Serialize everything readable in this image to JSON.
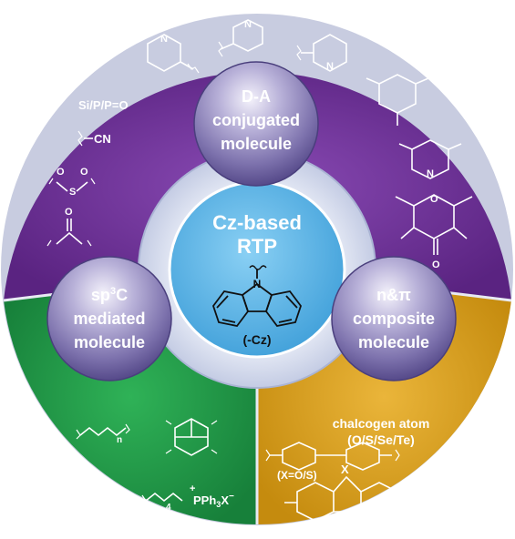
{
  "center": {
    "title_line1": "Cz-based",
    "title_line2": "RTP",
    "n_label": "N",
    "cz_label": "(-Cz)"
  },
  "bubbles": {
    "top": {
      "line1": "D-A",
      "line2": "conjugated",
      "line3": "molecule"
    },
    "left": {
      "line1": "sp",
      "line1_sup": "3",
      "line1_tail": "C",
      "line2": "mediated",
      "line3": "molecule"
    },
    "right": {
      "line1": "n&π",
      "line2": "composite",
      "line3": "molecule"
    }
  },
  "purple_sector": {
    "si_p_label": "Si/P/P=O",
    "cn_label": "CN",
    "sulfonyl_label": "S",
    "sulfonyl_o1": "O",
    "sulfonyl_o2": "O",
    "carbonyl_o": "O",
    "triazine_n": "N",
    "pyrimidine_n": "N",
    "pyridine_n": "N",
    "pyridine2_n": "N",
    "pyranone_o_ring": "O",
    "pyranone_o_keto": "O"
  },
  "green_sector": {
    "chain_sub": "n",
    "pph3_label": "PPh",
    "pph3_sub": "3",
    "pph3_plus": "+",
    "pph3_x": "X",
    "pph3_minus": "−",
    "chain_sub2": "4"
  },
  "orange_sector": {
    "title_line1": "chalcogen atom",
    "title_line2": "(O/S/Se/Te)",
    "x_label": "X",
    "x_values": "(X=O/S)"
  },
  "colors": {
    "purple": "#6a2d91",
    "green": "#1e9a45",
    "orange": "#d9a016",
    "inner_ring": "#d6dcec",
    "center_blue": "#5db6ea",
    "bubble": "#8f86b8"
  }
}
